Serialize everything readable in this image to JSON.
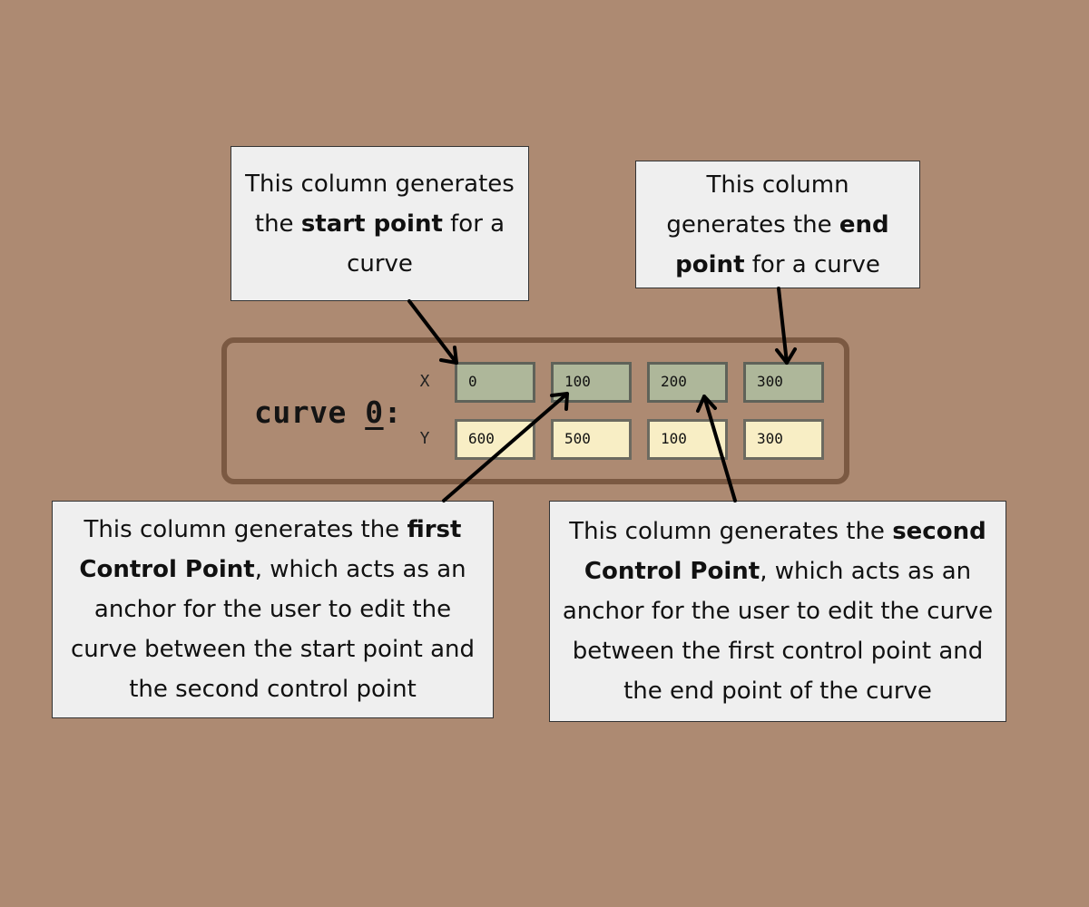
{
  "curve": {
    "label": "curve",
    "number": "0",
    "suffix": ":"
  },
  "axes": {
    "x": "X",
    "y": "Y"
  },
  "x_values": [
    "0",
    "100",
    "200",
    "300"
  ],
  "y_values": [
    "600",
    "500",
    "100",
    "300"
  ],
  "callouts": {
    "start": {
      "pre": "This column generates the ",
      "bold": "start point",
      "post": " for a curve"
    },
    "end": {
      "pre": "This column generates the ",
      "bold": "end point",
      "post": " for a curve"
    },
    "first": {
      "pre": "This column generates the ",
      "bold": "first Control Point",
      "post": ", which acts as an anchor for the user to edit the curve between the start point and the second control point"
    },
    "second": {
      "pre": "This column generates the ",
      "bold": "second Control Point",
      "post": ", which acts as an anchor for the user to edit the curve between the first control point and the end point of the curve"
    }
  },
  "colors": {
    "background": "#ad8a72",
    "panel_border": "#7b5942",
    "x_cell": "#aeb79a",
    "y_cell": "#f8eec5",
    "callout": "#efefef"
  }
}
